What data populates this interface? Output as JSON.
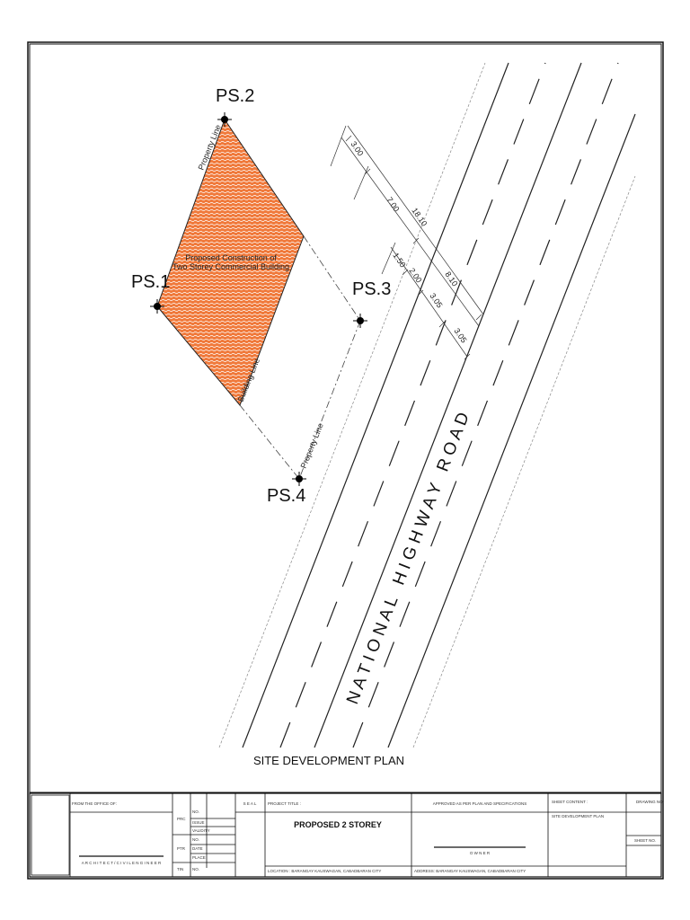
{
  "drawing": {
    "title": "SITE DEVELOPMENT PLAN",
    "road_name": "N A T I O N A L   H I G H W A Y   R O A D",
    "building_label_line1": "Proposed Construction of",
    "building_label_line2": "Two Storey Commercial Building",
    "building_fill_color": "#f07a3c",
    "property_line_label": "Property Line",
    "building_line_label": "Building Line",
    "stations": [
      "PS.1",
      "PS.2",
      "PS.3",
      "PS.4"
    ],
    "dimensions": {
      "outer": [
        "3.00",
        "7.00",
        "18.10",
        "8.10"
      ],
      "inner": [
        "1.50",
        "2.00",
        "3.05",
        "3.05"
      ]
    }
  },
  "title_block": {
    "from_office": "FROM THE OFFICE OF:",
    "architect": "A R C H I T E C T  /  C I V I L   E N G I N E E R",
    "prc": "PRC",
    "prc_fields": [
      "NO.",
      "ISSUE",
      "VALIDITY"
    ],
    "ptr": "PTR",
    "ptr_fields": [
      "NO.",
      "DATE",
      "PLACE"
    ],
    "tin": "TIN",
    "tin_fields": [
      "NO."
    ],
    "seal": "S E A L",
    "project_title_label": "PROJECT TITLE :",
    "project_title": "PROPOSED 2 STOREY",
    "location": "LOCATION : BARANGAY KAUSWAGAN, CABADBARAN CITY",
    "approved": "APPROVED AS PER PLAN AND SPECIFICATIONS",
    "owner": "O W N E R",
    "address": "ADDRESS: BARANGAY KAUSWAGAN, CABADBARAN CITY",
    "sheet_content_label": "SHEET CONTENT :",
    "sheet_content": "SITE DEVELOPMENT PLAN",
    "drawing_no": "DRAWING NO.",
    "sheet_no": "SHEET NO."
  }
}
